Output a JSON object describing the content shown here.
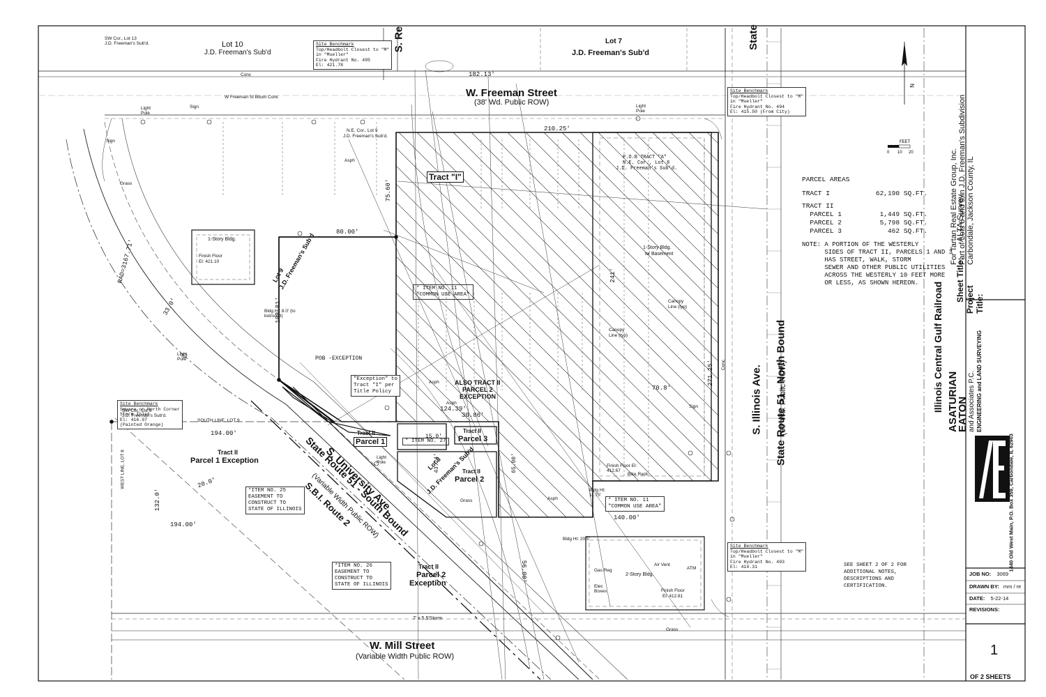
{
  "streets": {
    "freeman": "W. Freeman Street",
    "freeman_row": "(38' Wd. Public ROW)",
    "mill": "W. Mill Street",
    "mill_row": "(Variable Width Public ROW)",
    "university_1": "S. University Ave.",
    "university_2": "State Route 51 - South Bound",
    "university_3": "S.B.I. Route 2",
    "university_row": "(Variable Width Public ROW)",
    "illinois_1": "S. Illinois Ave.",
    "illinois_2": "State Route 51 - North Bound",
    "illinois_row": "(66' Wd. Public ROW)",
    "railroad": "Illinois Central Gulf Railroad",
    "s_re": "S. Re",
    "state": "State"
  },
  "lots": {
    "lot10": "Lot 10",
    "lot10_sub": "J.D. Freeman's Sub'd",
    "lot7": "Lot 7",
    "lot7_sub": "J.D. Freeman's Sub'd",
    "lot9": "Lot 9",
    "lot9_sub": "J.D. Freeman's Sub'd",
    "lot8": "Lot 8",
    "lot8_sub": "J.D. Freeman's Sub'd"
  },
  "tracts": {
    "tract1": "Tract \"I\"",
    "parcel1_a": "Tract II",
    "parcel1_b": "Parcel 1",
    "parcel3_a": "Tract II",
    "parcel3_b": "Parcel 3",
    "parcel2_a": "Tract II",
    "parcel2_b": "Parcel 2",
    "p1ex_a": "Tract II",
    "p1ex_b": "Parcel 1 Exception",
    "p2ex_a": "Tract II",
    "p2ex_b": "Parcel 2",
    "p2ex_c": "Exception",
    "also_1": "ALSO TRACT II",
    "also_2": "PARCEL 2",
    "also_3": "EXCEPTION",
    "pob_exception": "POB -EXCEPTION",
    "pob_tract": "P.O.B TRACT \"A\"",
    "pob_tract_2": "N.E. Cor., Lot 8",
    "pob_tract_3": "J.D. Freeman's Sub'd."
  },
  "items": {
    "item11": "* ITEM NO. 11",
    "item11_b": "\"COMMON USE AREA\"",
    "item27": "* ITEM NO. 27",
    "item25": "*ITEM NO. 25",
    "item25_b": "EASEMENT TO",
    "item25_c": "CONSTRUCT TO",
    "item25_d": "STATE OF ILLINOIS",
    "item26": "*ITEM NO. 26",
    "item26_b": "EASEMENT TO",
    "item26_c": "CONSTRUCT TO",
    "item26_d": "STATE OF ILLINOIS",
    "item11b": "* ITEM NO. 11",
    "item11b_b": "\"COMMON USE AREA\"",
    "exception": "\"Exception\" to",
    "exception_b": "Tract \"I\" per",
    "exception_c": "Title Policy"
  },
  "dimensions": {
    "d21025": "210.25'",
    "d8000": "80.00'",
    "d18213": "182.13'",
    "d241": "241'",
    "d27125": "271.25'",
    "d708": "70.8'",
    "d14000": "140.00'",
    "d19400": "194.00'",
    "d19400b": "194.00'",
    "d1320": "132.0'",
    "d10381": "103.81'",
    "d12439": "124.39'",
    "d3086": "30.86'",
    "d7560": "75.60'",
    "d1500": "15.0'",
    "d4324": "43.24'",
    "d6500": "65.00'",
    "d3300": "33.0'",
    "d2000": "20.0'",
    "d5600": "56.00'",
    "rad": "RAD=3167.71'"
  },
  "benchmarks": [
    {
      "t1": "Site Benchmark",
      "t2": "Top/Headbolt Closest to \"M\"",
      "t3": "in \"Mueller\"",
      "t4": "Fire Hydrant No. 495",
      "t5": "El: 421.78"
    },
    {
      "t1": "Site Benchmark",
      "t2": "Top/Headbolt Closest to \"M\"",
      "t3": "in \"Mueller\"",
      "t4": "Fire Hydrant No. 494",
      "t5": "El: 415.50 (From City)"
    },
    {
      "t1": "Site Benchmark",
      "t2": "Square on North Corner",
      "t3": "Storm Inlet",
      "t4": "El: 416.97",
      "t5": "(Painted Orange)"
    },
    {
      "t1": "Site Benchmark",
      "t2": "Top/Headbolt Closest to \"M\"",
      "t3": "in \"Mueller\"",
      "t4": "Fire Hydrant No. 493",
      "t5": "El: 414.31"
    }
  ],
  "buildings": {
    "b1": "1-Story Bldg.",
    "b1_ff": "Finish Floor",
    "b1_el": "El: 421.10",
    "b2": "1-Story Bldg.",
    "b2b": "w/ Basement",
    "b3": "2-Story Bldg.",
    "b3_ff": "Finish Floor",
    "b3_el": "El: 412.81",
    "canopy": "Canopy",
    "canopy_b": "Line (typ)",
    "canopy2": "Canopy",
    "canopy2_b": "Line (typ)"
  },
  "areas": {
    "title": "PARCEL AREAS",
    "rows": [
      {
        "label": "TRACT I",
        "value": "62,190 SQ.FT."
      },
      {
        "label": "TRACT II",
        "value": ""
      },
      {
        "label": "  PARCEL 1",
        "value": "1,449 SQ.FT."
      },
      {
        "label": "  PARCEL 2",
        "value": "5,798 SQ.FT."
      },
      {
        "label": "  PARCEL 3",
        "value": "462 SQ.FT."
      }
    ],
    "note": [
      "NOTE: A PORTION OF THE WESTERLY",
      "      SIDES OF TRACT II, PARCELS 1 AND 3",
      "      HAS STREET, WALK, STORM",
      "      SEWER AND OTHER PUBLIC UTILITIES",
      "      ACROSS THE WESTERLY 10 FEET MORE",
      "      OR LESS, AS SHOWN HEREON."
    ]
  },
  "see_sheet": [
    "SEE SHEET 2 OF 2 FOR",
    "ADDITIONAL NOTES,",
    "DESCRIPTIONS AND",
    "CERTIFICATION."
  ],
  "scale": {
    "label": "FEET",
    "t0": "0",
    "t10": "10",
    "t20": "20"
  },
  "title_block": {
    "sheet_title_label": "Sheet Title:",
    "sheet_title": "ALTA Survey",
    "project_title_label": "Project Title:",
    "project_1": "For Tartan Real Estate Group, Inc.",
    "project_2": "Part of Lots 8 and 9 in J.D. Freeman's Subdivision",
    "project_3": "Carbondale, Jackson County, IL",
    "firm_1": "ASATURIAN",
    "firm_2": "EATON",
    "firm_3": "and Associates P.C.",
    "firm_4": "ENGINEERING and LAND SURVEYING",
    "firm_5": "1440 Old West Main, P.O. Box 359, Carbondale, IL 62903",
    "job_label": "JOB NO:",
    "job_value": "3069",
    "drawn_label": "DRAWN BY:",
    "drawn_value": "mm / re",
    "date_label": "DATE:",
    "date_value": "5-22-14",
    "revisions_label": "REVISIONS:",
    "sheet_no": "1",
    "of_sheets": "OF 2 SHEETS"
  },
  "misc_labels": {
    "sw_cor13": "SW Cor., Lot 13",
    "sw_cor13b": "J.D. Freeman's Sub'd.",
    "sw_cor9": "SW Cor., Lot 9",
    "sw_cor9b": "J.D. Freeman's Sub'd.",
    "ne_cor9": "N.E. Cor., Lot 9",
    "ne_cor9b": "J.D. Freeman's Sub'd.",
    "south_line": "SOUTH LINE, LOT 9",
    "west_line": "WEST LINE, LOT 8",
    "freeman_bitum": "W Freeman St Bitum Conc",
    "storm": "7' x 5.5'Storm",
    "bike": "Bike Rack",
    "asph": "Asph",
    "conc": "Conc",
    "grass": "Grass",
    "atm": "ATM",
    "sign": "Sign",
    "light_pole": "Light Pole",
    "elec_boxes": "Elec Boxes",
    "gas_reg": "Gas Reg",
    "air_vent": "Air Vent",
    "bldg_ht": "Bldg Ht: 8.0' (to bot/soffit)",
    "bldg_ht2": "Bldg Ht: 20.5'",
    "bldg_ht3": "Bldg Ht: 11.75'",
    "finish_floor": "Finish Floor El: 412.67"
  }
}
